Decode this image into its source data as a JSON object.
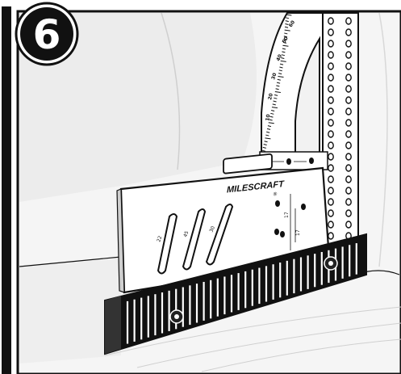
{
  "step": {
    "number": "6"
  },
  "tool": {
    "brand": "MILESCRAFT",
    "trademark": "®",
    "angle_labels": [
      "22",
      "45",
      "30"
    ],
    "center_marks": [
      "17",
      "17"
    ],
    "protractor_labels": [
      "10",
      "20",
      "30",
      "40",
      "50",
      "60"
    ]
  },
  "colors": {
    "outline": "#111111",
    "background": "#ffffff",
    "wall_shade": "#ececec",
    "wall_light": "#f6f6f6"
  }
}
